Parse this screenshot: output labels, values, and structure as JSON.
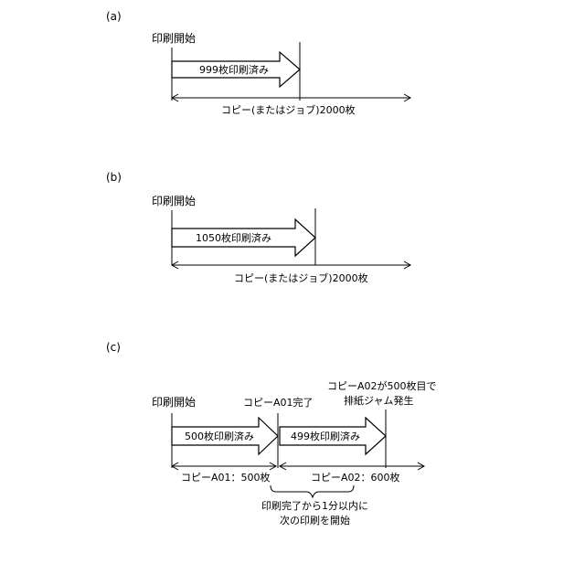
{
  "panels": {
    "a": {
      "label": "(a)",
      "start_label": "印刷開始",
      "arrow_label": "999枚印刷済み",
      "span_label": "コピー(またはジョブ)2000枚"
    },
    "b": {
      "label": "(b)",
      "start_label": "印刷開始",
      "arrow_label": "1050枚印刷済み",
      "span_label": "コピー(またはジョブ)2000枚"
    },
    "c": {
      "label": "(c)",
      "start_label": "印刷開始",
      "complete_label": "コピーA01完了",
      "jam_label_line1": "コピーA02が500枚目で",
      "jam_label_line2": "排紙ジャム発生",
      "arrow1_label": "500枚印刷済み",
      "arrow2_label": "499枚印刷済み",
      "span1_label": "コピーA01：500枚",
      "span2_label": "コピーA02：600枚",
      "note_line1": "印刷完了から1分以内に",
      "note_line2": "次の印刷を開始"
    }
  }
}
